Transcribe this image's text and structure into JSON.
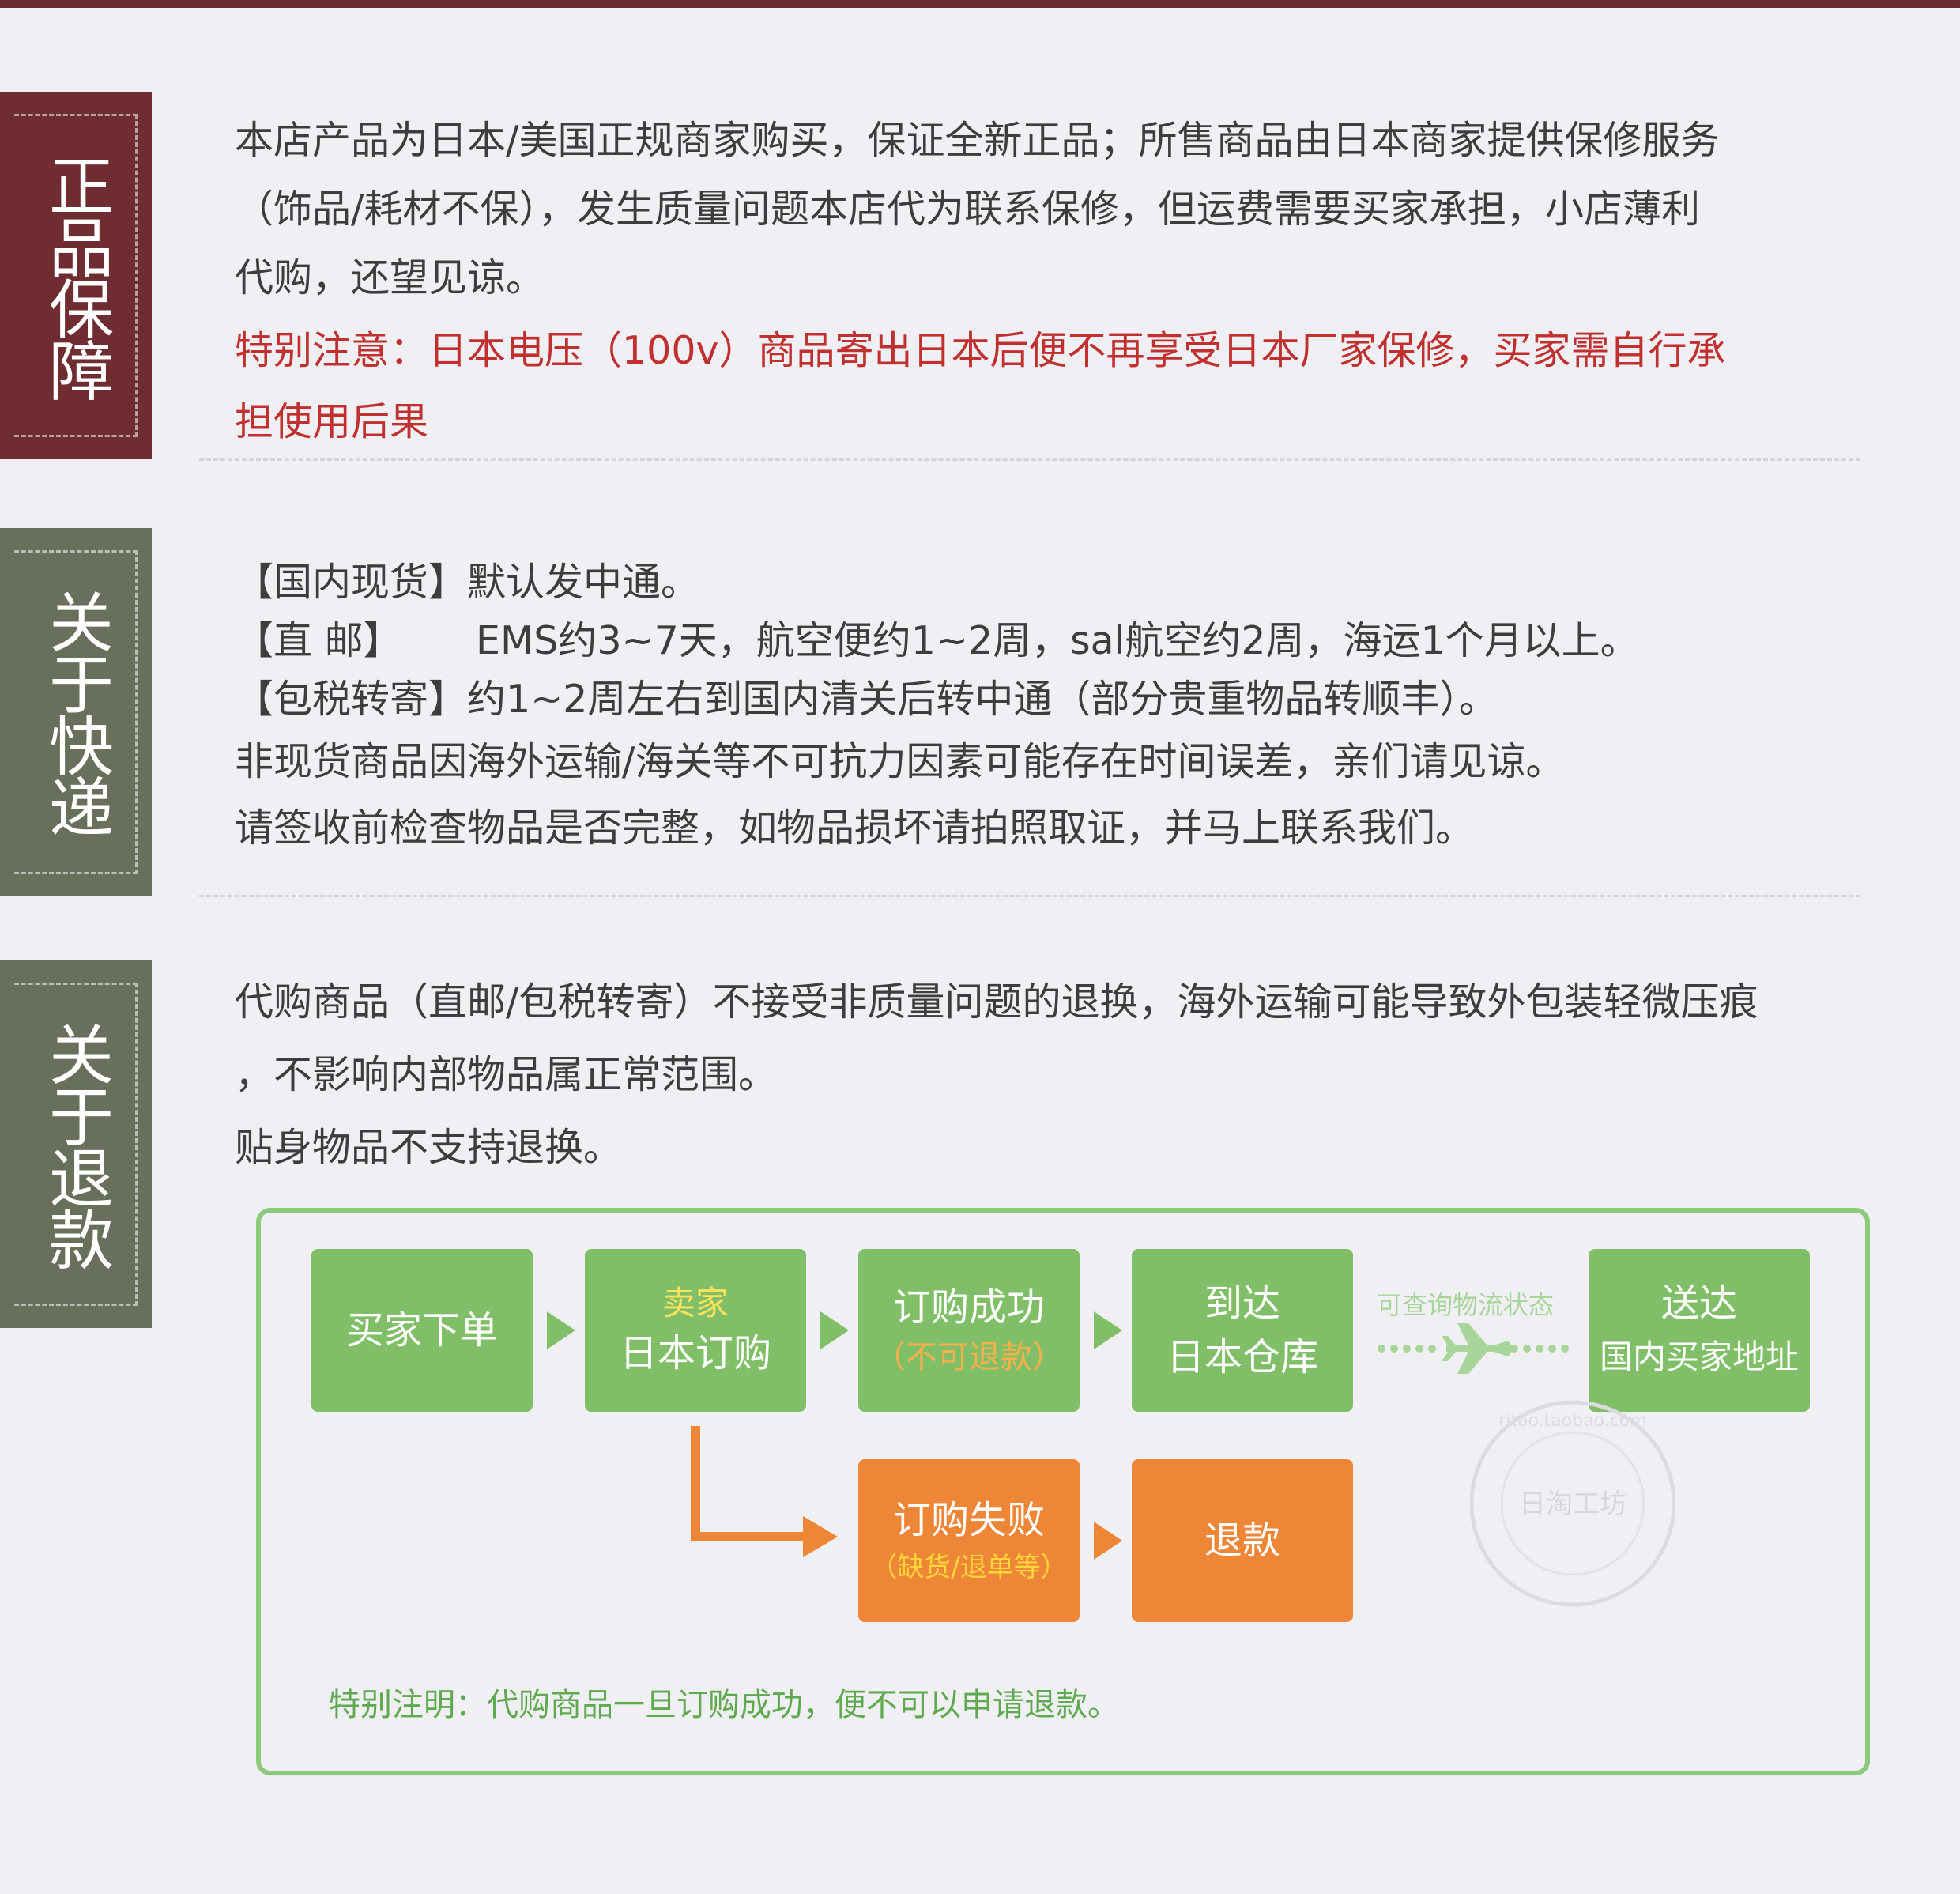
{
  "tabs": {
    "guarantee": "正品保障",
    "express": "关于快递",
    "refund": "关于退款"
  },
  "guarantee": {
    "lines": [
      "本店产品为日本/美国正规商家购买，保证全新正品；所售商品由日本商家提供保修服务",
      "（饰品/耗材不保），发生质量问题本店代为联系保修，但运费需要买家承担，小店薄利",
      "代购，还望见谅。"
    ],
    "notice_lines": [
      "特别注意：日本电压（100v）商品寄出日本后便不再享受日本厂家保修，买家需自行承",
      "担使用后果"
    ]
  },
  "express": {
    "rows": [
      {
        "tag": "【国内现货】",
        "text": "默认发中通。"
      },
      {
        "tag": "【直 邮】",
        "text": "EMS约3~7天，航空便约1~2周，sal航空约2周，海运1个月以上。"
      },
      {
        "tag": "【包税转寄】",
        "text": "约1~2周左右到国内清关后转中通（部分贵重物品转顺丰）。"
      }
    ],
    "notes": [
      "非现货商品因海外运输/海关等不可抗力因素可能存在时间误差，亲们请见谅。",
      "请签收前检查物品是否完整，如物品损坏请拍照取证，并马上联系我们。"
    ]
  },
  "refund": {
    "lines": [
      "代购商品（直邮/包税转寄）不接受非质量问题的退换，海外运输可能导致外包装轻微压痕",
      "，不影响内部物品属正常范围。",
      "贴身物品不支持退换。"
    ]
  },
  "flow": {
    "buyer_order": "买家下单",
    "seller_top": "卖家",
    "seller_bottom": "日本订购",
    "success_top": "订购成功",
    "success_sub": "（不可退款）",
    "arrive_top": "到达",
    "arrive_bottom": "日本仓库",
    "track_label": "可查询物流状态",
    "deliver_top": "送达",
    "deliver_bottom": "国内买家地址",
    "fail_top": "订购失败",
    "fail_sub": "（缺货/退单等）",
    "refund": "退款",
    "note": "特别注明：代购商品一旦订购成功，便不可以申请退款。",
    "watermark": "日淘工坊",
    "watermark_url": "ritao.taobao.com"
  },
  "colors": {
    "maroon": "#6f2d31",
    "olive": "#68705c",
    "green": "#80bf68",
    "orange": "#ee8637",
    "notice_red": "#c0302f"
  }
}
